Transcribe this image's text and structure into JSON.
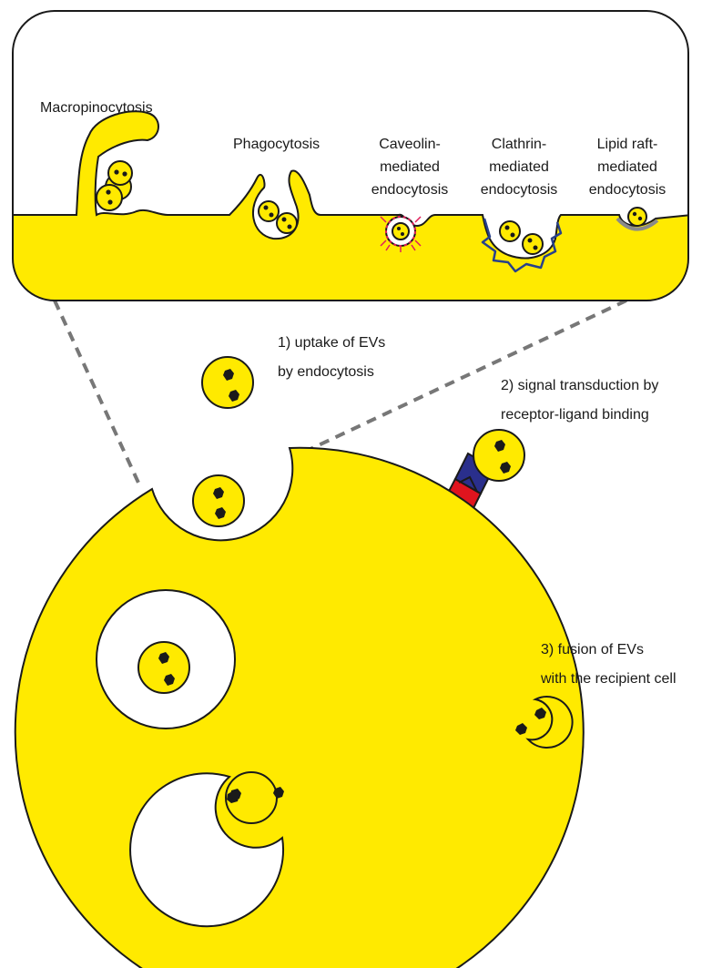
{
  "colors": {
    "cell": "#ffea00",
    "outline": "#1a1a1a",
    "receptor": "#e0141e",
    "ligand": "#2a2f8c",
    "caveolin": "#e01e5a",
    "clathrin": "#27408b",
    "lipid_raft": "#8a8a8a",
    "zoom_lines": "#777777"
  },
  "inset": {
    "pathways": [
      {
        "label": "Macropinocytosis"
      },
      {
        "label": "Phagocytosis"
      },
      {
        "label_lines": [
          "Caveolin-",
          "mediated",
          "endocytosis"
        ]
      },
      {
        "label_lines": [
          "Clathrin-",
          "mediated",
          "endocytosis"
        ]
      },
      {
        "label_lines": [
          "Lipid raft-",
          "mediated",
          "endocytosis"
        ]
      }
    ]
  },
  "mechanisms": [
    {
      "label_lines": [
        "1) uptake of EVs",
        "by endocytosis"
      ]
    },
    {
      "label_lines": [
        "2) signal transduction by",
        "receptor-ligand binding"
      ]
    },
    {
      "label_lines": [
        "3) fusion of EVs",
        "with the recipient cell"
      ]
    }
  ]
}
